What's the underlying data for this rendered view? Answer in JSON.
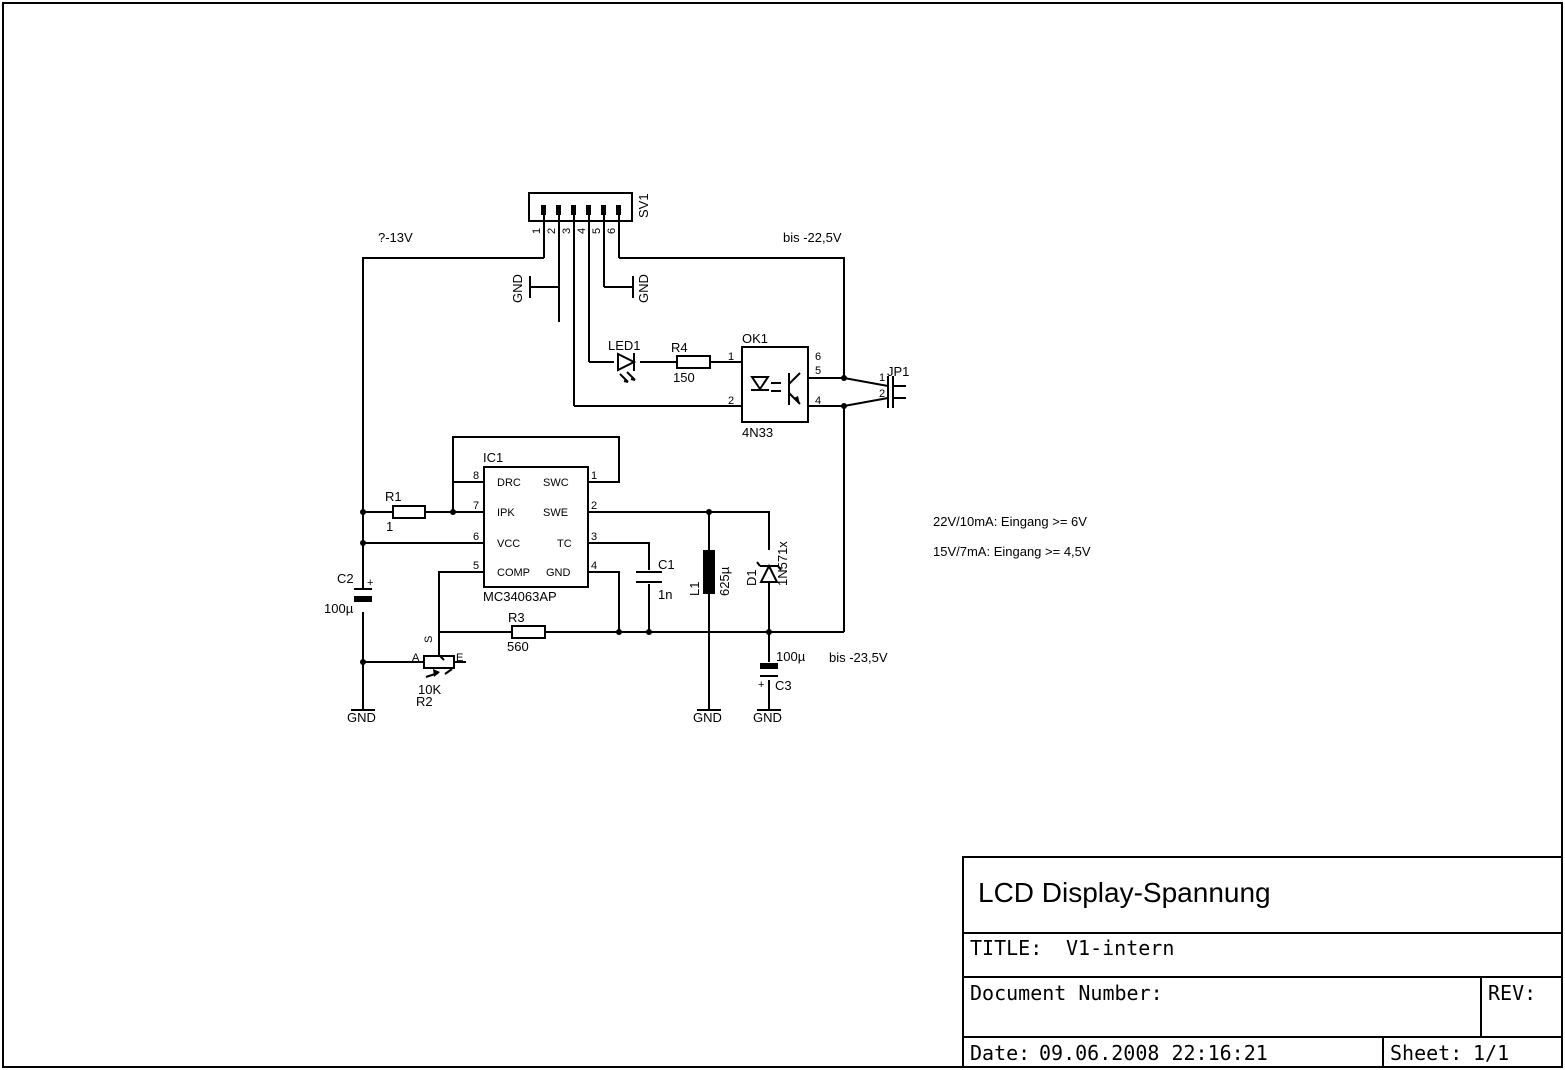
{
  "notes": {
    "v1": "?-13V",
    "v2": "bis -22,5V",
    "v3": "bis -23,5V",
    "n1": "22V/10mA: Eingang >= 6V",
    "n2": "15V/7mA: Eingang >= 4,5V"
  },
  "parts": {
    "sv1": "SV1",
    "led1": "LED1",
    "r4": "R4",
    "r4v": "150",
    "ok1": "OK1",
    "ok1v": "4N33",
    "jp1": "JP1",
    "ic1": "IC1",
    "ic1v": "MC34063AP",
    "r1": "R1",
    "r1v": "1",
    "c2": "C2",
    "c2v": "100µ",
    "r3": "R3",
    "r3v": "560",
    "r2": "R2",
    "r2v": "10K",
    "c1": "C1",
    "c1v": "1n",
    "l1": "L1",
    "l1v": "625µ",
    "d1": "D1",
    "d1v": "1N571x",
    "c3": "C3",
    "c3v": "100µ",
    "gnd": "GND"
  },
  "ic_pins": {
    "drc": "DRC",
    "swc": "SWC",
    "ipk": "IPK",
    "swe": "SWE",
    "vcc": "VCC",
    "tc": "TC",
    "comp": "COMP",
    "gnd": "GND"
  },
  "title_block": {
    "heading": "LCD Display-Spannung",
    "title_label": "TITLE:",
    "title_value": "V1-intern",
    "doc_label": "Document Number:",
    "rev_label": "REV:",
    "date_label": "Date:",
    "date_value": "09.06.2008 22:16:21",
    "sheet_label": "Sheet:",
    "sheet_value": "1/1"
  }
}
